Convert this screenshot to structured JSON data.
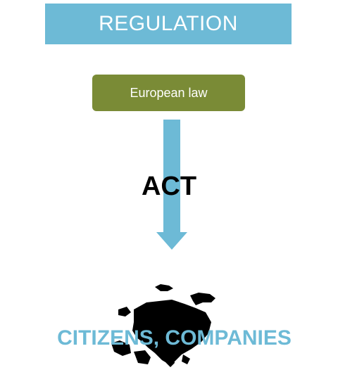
{
  "header": {
    "title": "REGULATION"
  },
  "source_box": {
    "label": "European law"
  },
  "flow": {
    "label": "ACT"
  },
  "target": {
    "label": "CITIZENS, COMPANIES"
  },
  "map": {
    "icon": "europe-map-icon"
  },
  "colors": {
    "banner": "#6dbad6",
    "box": "#7a8b36",
    "arrow": "#6dbad6",
    "target_text": "#6dbad6"
  }
}
